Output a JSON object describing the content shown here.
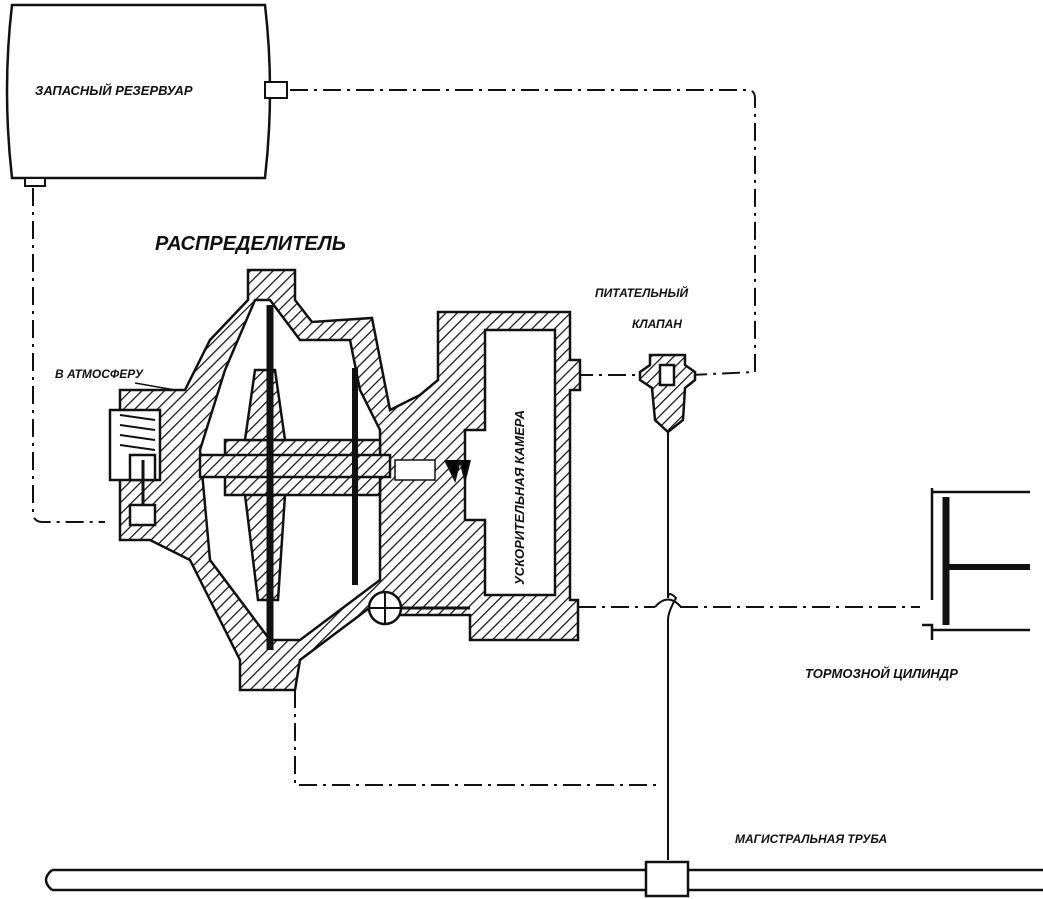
{
  "labels": {
    "reservoir": "ЗАПАСНЫЙ РЕЗЕРВУАР",
    "distributor": "РАСПРЕДЕЛИТЕЛЬ",
    "atmosphere": "В АТМОСФЕРУ",
    "feed_valve_line1": "ПИТАТЕЛЬНЫЙ",
    "feed_valve_line2": "КЛАПАН",
    "accel_chamber": "УСКОРИТЕЛЬНАЯ КАМЕРА",
    "brake_cylinder": "ТОРМОЗНОЙ ЦИЛИНДР",
    "main_pipe": "МАГИСТРАЛЬНАЯ ТРУБА"
  },
  "colors": {
    "ink": "#111111",
    "paper": "#ffffff"
  }
}
